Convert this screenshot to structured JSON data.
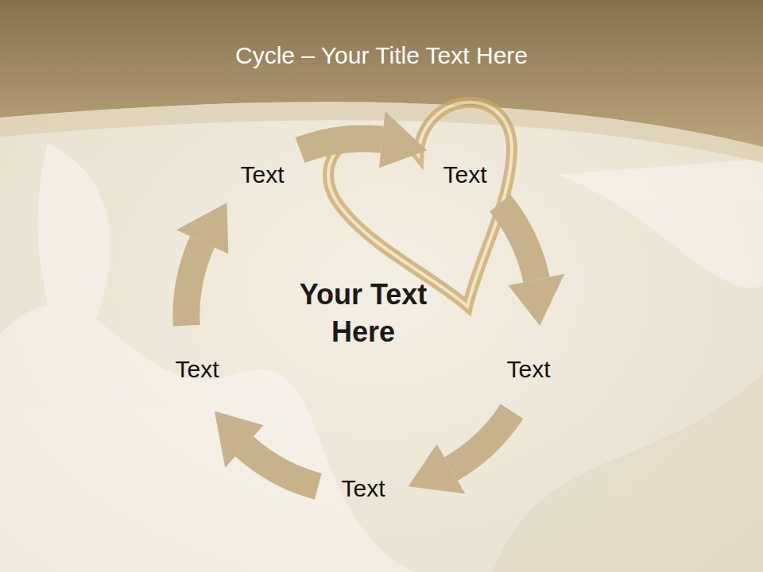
{
  "diagram": {
    "title": "Cycle – Your Title Text Here",
    "nodes": [
      {
        "text": [
          "Text"
        ]
      },
      {
        "text": [
          "Text"
        ]
      },
      {
        "text": [
          "Text"
        ]
      },
      {
        "text": [
          "Text"
        ]
      },
      {
        "text": [
          "Text"
        ]
      }
    ],
    "edges": [
      {
        "from": 0,
        "to": 1,
        "arrow": "to"
      },
      {
        "from": 1,
        "to": 3,
        "arrow": "to"
      },
      {
        "from": 3,
        "to": 4,
        "arrow": "to"
      },
      {
        "from": 4,
        "to": 2,
        "arrow": "to"
      },
      {
        "from": 2,
        "to": 0,
        "arrow": "to"
      }
    ],
    "labels": [
      "Your Text Here"
    ]
  }
}
